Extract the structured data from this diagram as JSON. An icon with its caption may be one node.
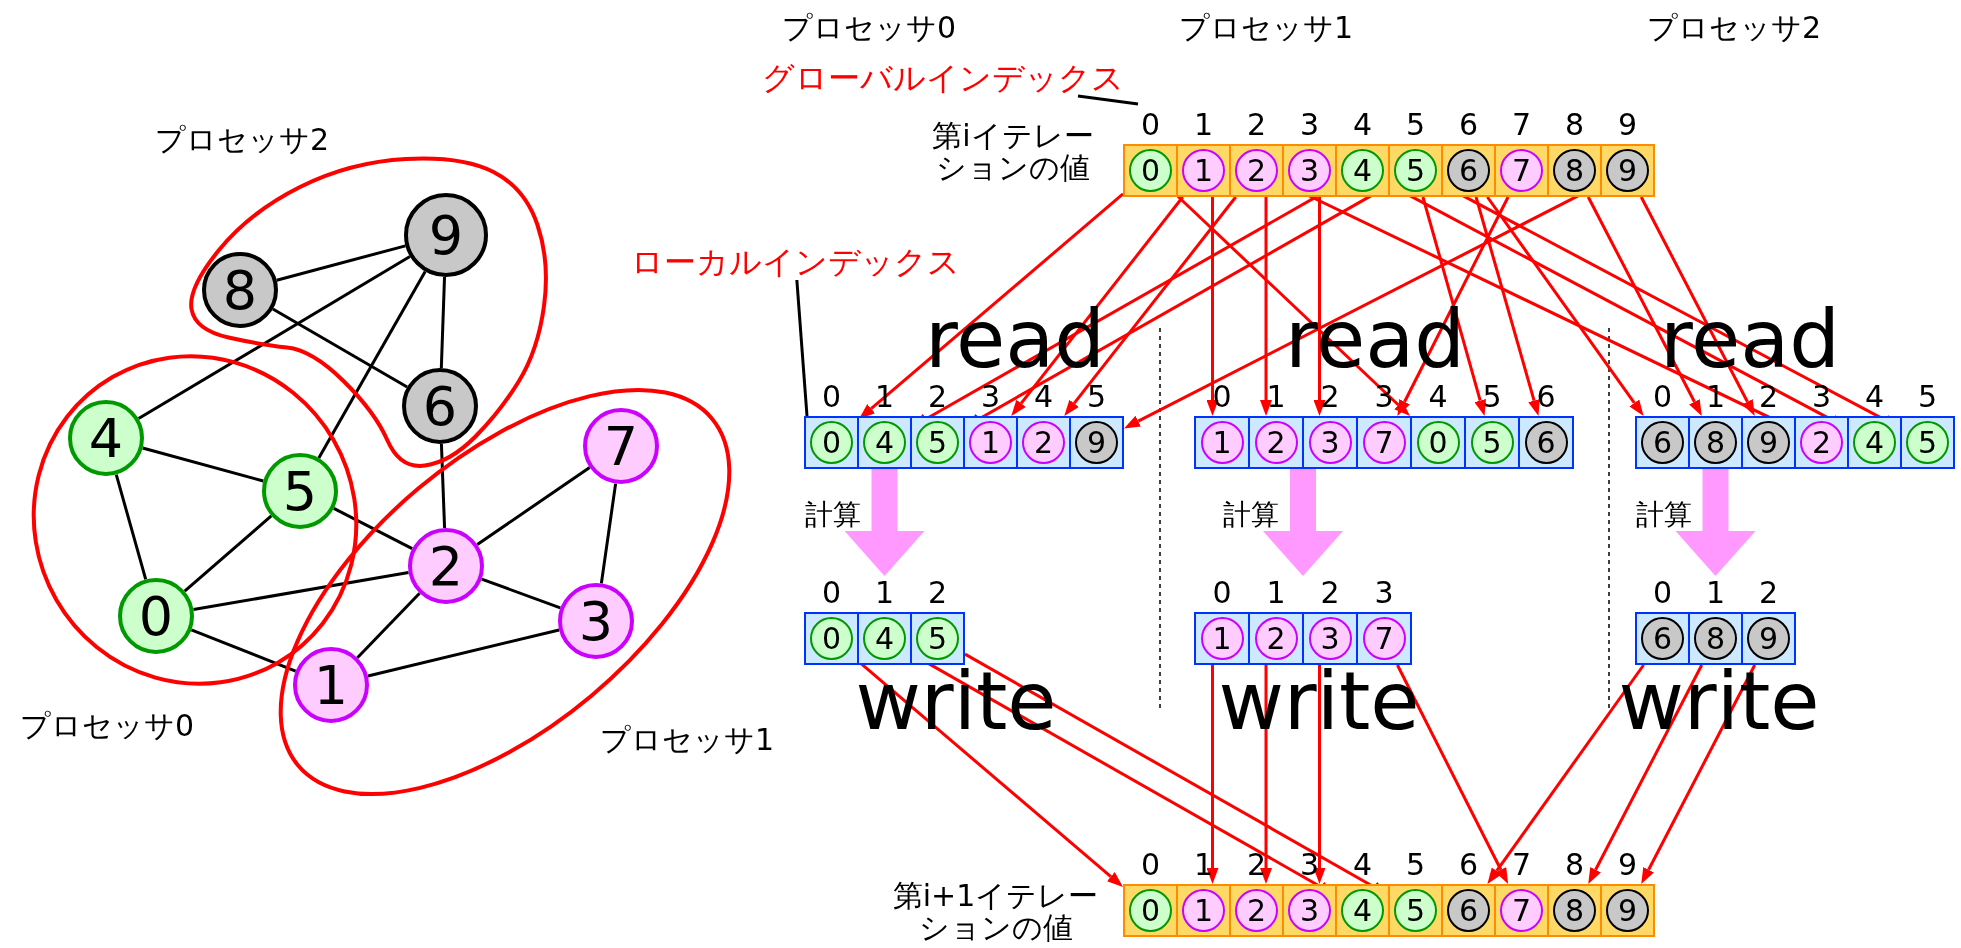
{
  "diagram": {
    "nodes": [
      {
        "text": [
          "プロセッサ2"
        ]
      },
      {
        "text": [
          "8"
        ],
        "in": 0
      },
      {
        "text": [
          "9"
        ],
        "in": 0
      },
      {
        "text": [
          "6"
        ],
        "in": 0
      },
      {
        "text": [
          "プロセッサ0"
        ]
      },
      {
        "text": [
          "4"
        ],
        "in": 4
      },
      {
        "text": [
          "5"
        ],
        "in": 4
      },
      {
        "text": [
          "0"
        ],
        "in": 4
      },
      {
        "text": [
          "プロセッサ1"
        ]
      },
      {
        "text": [
          "7"
        ],
        "in": 8
      },
      {
        "text": [
          "2"
        ],
        "in": 8
      },
      {
        "text": [
          "3"
        ],
        "in": 8
      },
      {
        "text": [
          "1"
        ],
        "in": 8
      },
      {
        "text": [
          "グローバルインデックス"
        ]
      },
      {
        "text": [
          "第iイテレーションの値"
        ]
      },
      {
        "text": [
          "0"
        ],
        "in": 14,
        "beside": [
          "0"
        ]
      },
      {
        "text": [
          "1"
        ],
        "in": 14,
        "beside": [
          "1"
        ]
      },
      {
        "text": [
          "2"
        ],
        "in": 14,
        "beside": [
          "2"
        ]
      },
      {
        "text": [
          "3"
        ],
        "in": 14,
        "beside": [
          "3"
        ]
      },
      {
        "text": [
          "4"
        ],
        "in": 14,
        "beside": [
          "4"
        ]
      },
      {
        "text": [
          "5"
        ],
        "in": 14,
        "beside": [
          "5"
        ]
      },
      {
        "text": [
          "6"
        ],
        "in": 14,
        "beside": [
          "6"
        ]
      },
      {
        "text": [
          "7"
        ],
        "in": 14,
        "beside": [
          "7"
        ]
      },
      {
        "text": [
          "8"
        ],
        "in": 14,
        "beside": [
          "8"
        ]
      },
      {
        "text": [
          "9"
        ],
        "in": 14,
        "beside": [
          "9"
        ]
      },
      {
        "text": [
          "ローカルインデックス"
        ]
      },
      {
        "text": [
          "read"
        ]
      },
      {
        "text": [
          "0"
        ],
        "in": 26,
        "beside": [
          "0"
        ]
      },
      {
        "text": [
          "4"
        ],
        "in": 26,
        "beside": [
          "1"
        ]
      },
      {
        "text": [
          "5"
        ],
        "in": 26,
        "beside": [
          "2"
        ]
      },
      {
        "text": [
          "1"
        ],
        "in": 26,
        "beside": [
          "3"
        ]
      },
      {
        "text": [
          "2"
        ],
        "in": 26,
        "beside": [
          "4"
        ]
      },
      {
        "text": [
          "9"
        ],
        "in": 26,
        "beside": [
          "5"
        ]
      },
      {
        "text": [
          "read"
        ]
      },
      {
        "text": [
          "1"
        ],
        "in": 33,
        "beside": [
          "0"
        ]
      },
      {
        "text": [
          "2"
        ],
        "in": 33,
        "beside": [
          "1"
        ]
      },
      {
        "text": [
          "3"
        ],
        "in": 33,
        "beside": [
          "2"
        ]
      },
      {
        "text": [
          "7"
        ],
        "in": 33,
        "beside": [
          "3"
        ]
      },
      {
        "text": [
          "0"
        ],
        "in": 33,
        "beside": [
          "4"
        ]
      },
      {
        "text": [
          "5"
        ],
        "in": 33,
        "beside": [
          "5"
        ]
      },
      {
        "text": [
          "6"
        ],
        "in": 33,
        "beside": [
          "6"
        ]
      },
      {
        "text": [
          "read"
        ]
      },
      {
        "text": [
          "6"
        ],
        "in": 41,
        "beside": [
          "0"
        ]
      },
      {
        "text": [
          "8"
        ],
        "in": 41,
        "beside": [
          "1"
        ]
      },
      {
        "text": [
          "9"
        ],
        "in": 41,
        "beside": [
          "2"
        ]
      },
      {
        "text": [
          "2"
        ],
        "in": 41,
        "beside": [
          "3"
        ]
      },
      {
        "text": [
          "4"
        ],
        "in": 41,
        "beside": [
          "4"
        ]
      },
      {
        "text": [
          "5"
        ],
        "in": 41,
        "beside": [
          "5"
        ]
      },
      {
        "text": [
          "write"
        ]
      },
      {
        "text": [
          "0"
        ],
        "in": 48,
        "beside": [
          "0"
        ]
      },
      {
        "text": [
          "4"
        ],
        "in": 48,
        "beside": [
          "1"
        ]
      },
      {
        "text": [
          "5"
        ],
        "in": 48,
        "beside": [
          "2"
        ]
      },
      {
        "text": [
          "write"
        ]
      },
      {
        "text": [
          "1"
        ],
        "in": 52,
        "beside": [
          "0"
        ]
      },
      {
        "text": [
          "2"
        ],
        "in": 52,
        "beside": [
          "1"
        ]
      },
      {
        "text": [
          "3"
        ],
        "in": 52,
        "beside": [
          "2"
        ]
      },
      {
        "text": [
          "7"
        ],
        "in": 52,
        "beside": [
          "3"
        ]
      },
      {
        "text": [
          "write"
        ]
      },
      {
        "text": [
          "6"
        ],
        "in": 57,
        "beside": [
          "0"
        ]
      },
      {
        "text": [
          "8"
        ],
        "in": 57,
        "beside": [
          "1"
        ]
      },
      {
        "text": [
          "9"
        ],
        "in": 57,
        "beside": [
          "2"
        ]
      },
      {
        "text": [
          "第i+1イテレーションの値"
        ]
      },
      {
        "text": [
          "0"
        ],
        "in": 61,
        "beside": [
          "0"
        ]
      },
      {
        "text": [
          "1"
        ],
        "in": 61,
        "beside": [
          "1"
        ]
      },
      {
        "text": [
          "2"
        ],
        "in": 61,
        "beside": [
          "2"
        ]
      },
      {
        "text": [
          "3"
        ],
        "in": 61,
        "beside": [
          "3"
        ]
      },
      {
        "text": [
          "4"
        ],
        "in": 61,
        "beside": [
          "4"
        ]
      },
      {
        "text": [
          "5"
        ],
        "in": 61,
        "beside": [
          "5"
        ]
      },
      {
        "text": [
          "6"
        ],
        "in": 61,
        "beside": [
          "6"
        ]
      },
      {
        "text": [
          "7"
        ],
        "in": 61,
        "beside": [
          "7"
        ]
      },
      {
        "text": [
          "8"
        ],
        "in": 61,
        "beside": [
          "8"
        ]
      },
      {
        "text": [
          "9"
        ],
        "in": 61,
        "beside": [
          "9"
        ]
      }
    ],
    "edges": [
      {
        "from": 1,
        "to": 2,
        "arrow": "none",
        "color": "#000000"
      },
      {
        "from": 1,
        "to": 3,
        "arrow": "none",
        "color": "#000000"
      },
      {
        "from": 2,
        "to": 3,
        "arrow": "none",
        "color": "#000000"
      },
      {
        "from": 2,
        "to": 5,
        "arrow": "none",
        "color": "#000000"
      },
      {
        "from": 2,
        "to": 6,
        "arrow": "none",
        "color": "#000000"
      },
      {
        "from": 5,
        "to": 6,
        "arrow": "none",
        "color": "#000000"
      },
      {
        "from": 5,
        "to": 7,
        "arrow": "none",
        "color": "#000000"
      },
      {
        "from": 6,
        "to": 7,
        "arrow": "none",
        "color": "#000000"
      },
      {
        "from": 6,
        "to": 10,
        "arrow": "none",
        "color": "#000000"
      },
      {
        "from": 3,
        "to": 10,
        "arrow": "none",
        "color": "#000000"
      },
      {
        "from": 7,
        "to": 10,
        "arrow": "none",
        "color": "#000000"
      },
      {
        "from": 7,
        "to": 12,
        "arrow": "none",
        "color": "#000000"
      },
      {
        "from": 12,
        "to": 10,
        "arrow": "none",
        "color": "#000000"
      },
      {
        "from": 12,
        "to": 11,
        "arrow": "none",
        "color": "#000000"
      },
      {
        "from": 10,
        "to": 11,
        "arrow": "none",
        "color": "#000000"
      },
      {
        "from": 10,
        "to": 9,
        "arrow": "none",
        "color": "#000000"
      },
      {
        "from": 9,
        "to": 11,
        "arrow": "none",
        "color": "#000000"
      },
      {
        "from": 13,
        "to": null,
        "arrow": "none",
        "color": "#000000"
      },
      {
        "from": 25,
        "to": 27,
        "arrow": "none",
        "color": "#000000"
      },
      {
        "from": 15,
        "to": 27,
        "arrow": "to"
      },
      {
        "from": 19,
        "to": 28,
        "arrow": "to"
      },
      {
        "from": 20,
        "to": 29,
        "arrow": "to"
      },
      {
        "from": 16,
        "to": 30,
        "arrow": "to"
      },
      {
        "from": 17,
        "to": 31,
        "arrow": "to"
      },
      {
        "from": 24,
        "to": 32,
        "arrow": "to"
      },
      {
        "from": 16,
        "to": 34,
        "arrow": "to"
      },
      {
        "from": 17,
        "to": 35,
        "arrow": "to"
      },
      {
        "from": 18,
        "to": 36,
        "arrow": "to"
      },
      {
        "from": 22,
        "to": 37,
        "arrow": "to"
      },
      {
        "from": 15,
        "to": 38,
        "arrow": "to"
      },
      {
        "from": 20,
        "to": 39,
        "arrow": "to"
      },
      {
        "from": 21,
        "to": 40,
        "arrow": "to"
      },
      {
        "from": 21,
        "to": 42,
        "arrow": "to"
      },
      {
        "from": 23,
        "to": 43,
        "arrow": "to"
      },
      {
        "from": 24,
        "to": 44,
        "arrow": "to"
      },
      {
        "from": 17,
        "to": 45,
        "arrow": "to"
      },
      {
        "from": 19,
        "to": 46,
        "arrow": "to"
      },
      {
        "from": 20,
        "to": 47,
        "arrow": "to"
      },
      {
        "from": 26,
        "to": 48,
        "arrow": "to",
        "label": "計算",
        "style": "thick",
        "color": "#ff99ff"
      },
      {
        "from": 33,
        "to": 52,
        "arrow": "to",
        "label": "計算",
        "style": "thick",
        "color": "#ff99ff"
      },
      {
        "from": 41,
        "to": 57,
        "arrow": "to",
        "label": "計算",
        "style": "thick",
        "color": "#ff99ff"
      },
      {
        "from": 49,
        "to": 62,
        "arrow": "to"
      },
      {
        "from": 50,
        "to": 66,
        "arrow": "to"
      },
      {
        "from": 51,
        "to": 67,
        "arrow": "to"
      },
      {
        "from": 53,
        "to": 63,
        "arrow": "to"
      },
      {
        "from": 54,
        "to": 64,
        "arrow": "to"
      },
      {
        "from": 55,
        "to": 65,
        "arrow": "to"
      },
      {
        "from": 56,
        "to": 69,
        "arrow": "to"
      },
      {
        "from": 58,
        "to": 68,
        "arrow": "to"
      },
      {
        "from": 59,
        "to": 70,
        "arrow": "to"
      },
      {
        "from": 60,
        "to": 71,
        "arrow": "to"
      }
    ],
    "labels": [
      "プロセッサ0",
      "プロセッサ1",
      "プロセッサ2"
    ]
  }
}
